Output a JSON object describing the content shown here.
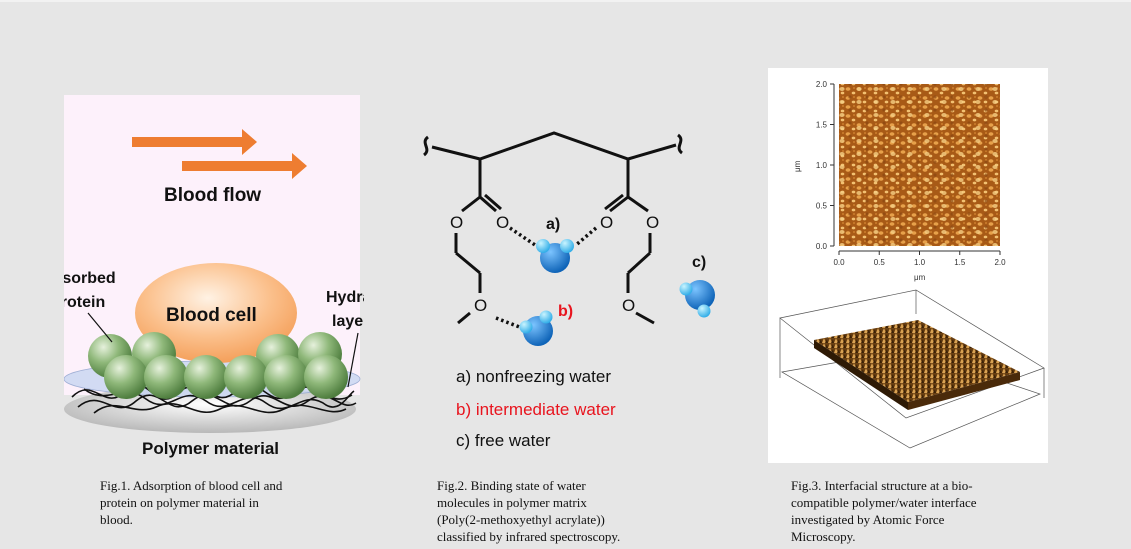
{
  "fig1": {
    "blood_flow": "Blood flow",
    "blood_cell": "Blood cell",
    "adsorbed_protein_1": "Adsorbed",
    "adsorbed_protein_2": "protein",
    "hydration_1": "Hydration",
    "hydration_2": "layer",
    "polymer": "Polymer material",
    "caption_1": "Fig.1. Adsorption of blood cell and",
    "caption_2": "protein on polymer material in",
    "caption_3": "blood."
  },
  "fig2": {
    "label_a": "a)",
    "label_b": "b)",
    "label_c": "c)",
    "atom_o": "O",
    "legend_a": "a) nonfreezing water",
    "legend_b": "b) intermediate water",
    "legend_c": "c) free water",
    "color_intermediate": "#e8141e",
    "caption_1": "Fig.2. Binding state of water",
    "caption_2": "molecules in polymer matrix",
    "caption_3": "(Poly(2-methoxyethyl acrylate))",
    "caption_4": "classified by infrared spectroscopy."
  },
  "fig3": {
    "y_ticks": [
      "2.0",
      "1.5",
      "1.0",
      "0.5",
      "0.0"
    ],
    "x_ticks": [
      "0.0",
      "0.5",
      "1.0",
      "1.5",
      "2.0"
    ],
    "x_unit": "μm",
    "y_unit": "μm",
    "caption_1": "Fig.3. Interfacial structure at a bio-",
    "caption_2": "compatible polymer/water interface",
    "caption_3": "investigated by Atomic Force",
    "caption_4": "Microscopy."
  },
  "colors": {
    "arrow": "#ee7d31",
    "protein": "#6e9a58",
    "water": "#1a86d9"
  }
}
